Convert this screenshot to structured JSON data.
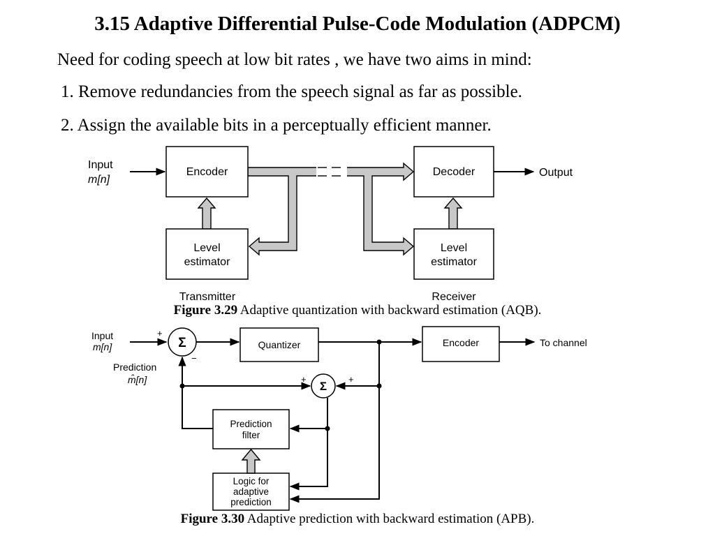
{
  "slide": {
    "title": "3.15 Adaptive Differential Pulse-Code Modulation (ADPCM)",
    "intro": "Need for coding speech at low bit rates , we have two aims in mind:",
    "aims": [
      "1. Remove redundancies from the speech signal as far as possible.",
      "2. Assign the available bits in a perceptually efficient manner."
    ]
  },
  "fig_aqb": {
    "input_label": "Input",
    "input_signal": "m[n]",
    "encoder": "Encoder",
    "decoder": "Decoder",
    "level_estimator_line1": "Level",
    "level_estimator_line2": "estimator",
    "output_label": "Output",
    "transmitter": "Transmitter",
    "receiver": "Receiver",
    "caption_label": "Figure 3.29",
    "caption_text": " Adaptive quantization with backward estimation (AQB)."
  },
  "fig_apb": {
    "input_label": "Input",
    "input_signal": "m[n]",
    "prediction_label": "Prediction",
    "prediction_signal": "m̂[n]",
    "sum_symbol": "Σ",
    "plus": "+",
    "minus": "−",
    "quantizer": "Quantizer",
    "encoder": "Encoder",
    "to_channel": "To channel",
    "prediction_filter_line1": "Prediction",
    "prediction_filter_line2": "filter",
    "logic_line1": "Logic for",
    "logic_line2": "adaptive",
    "logic_line3": "prediction",
    "caption_label": "Figure 3.30",
    "caption_text": " Adaptive prediction with backward estimation (APB)."
  }
}
